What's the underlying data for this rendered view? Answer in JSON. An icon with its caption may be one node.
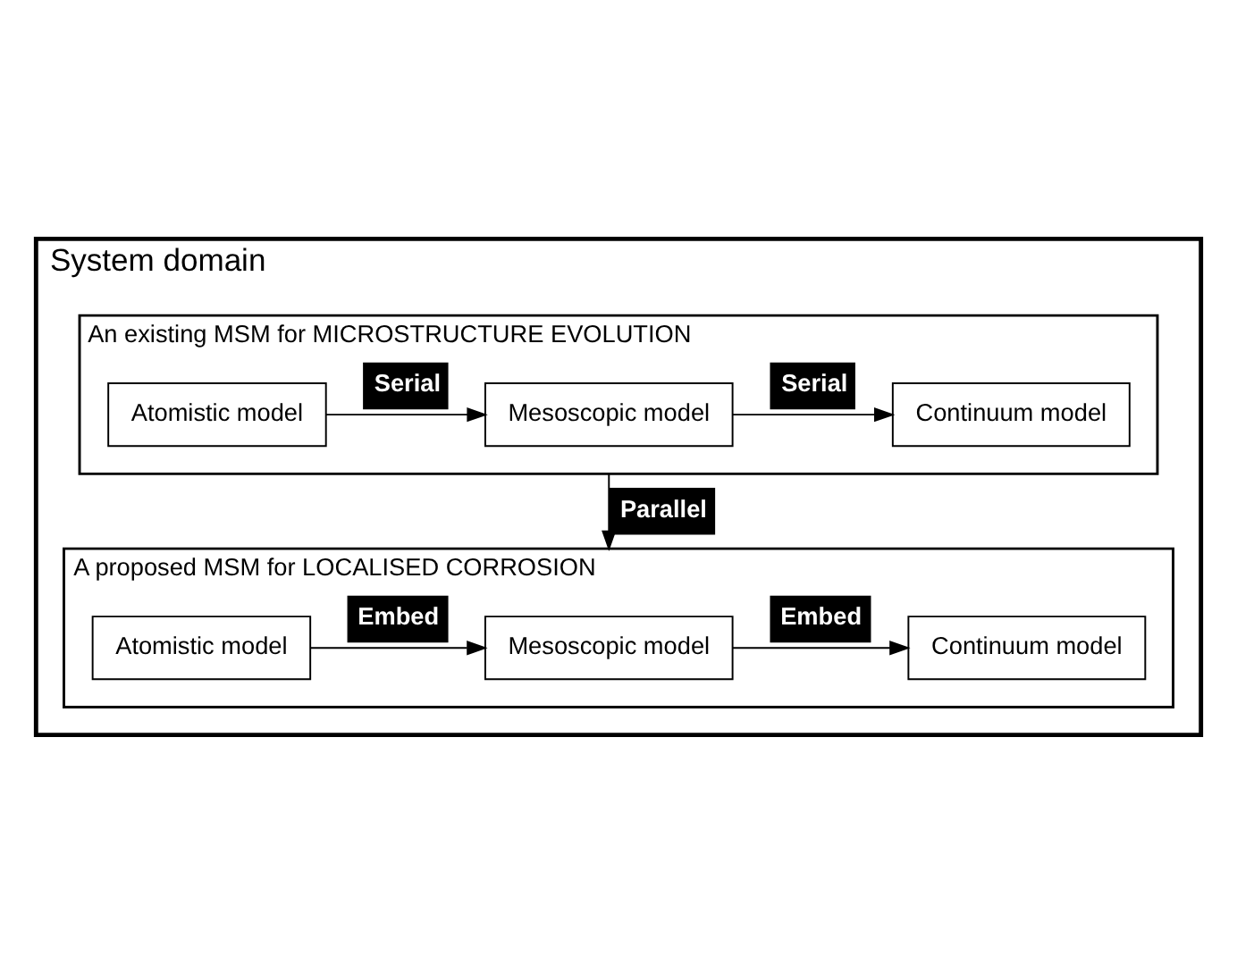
{
  "diagram": {
    "nodes": [
      {
        "text": [
          "System domain"
        ]
      },
      {
        "text": [
          "An existing MSM for MICROSTRUCTURE EVOLUTION"
        ],
        "in": 0
      },
      {
        "text": [
          "Atomistic model"
        ],
        "in": 1
      },
      {
        "text": [
          "Mesoscopic model"
        ],
        "in": 1
      },
      {
        "text": [
          "Continuum model"
        ],
        "in": 1
      },
      {
        "text": [
          "A proposed MSM for LOCALISED CORROSION"
        ],
        "in": 0
      },
      {
        "text": [
          "Atomistic model"
        ],
        "in": 5
      },
      {
        "text": [
          "Mesoscopic model"
        ],
        "in": 5
      },
      {
        "text": [
          "Continuum model"
        ],
        "in": 5
      }
    ],
    "edges": [
      {
        "from": 2,
        "to": 3,
        "arrow": "to",
        "label": "Serial"
      },
      {
        "from": 3,
        "to": 4,
        "arrow": "to",
        "label": "Serial"
      },
      {
        "from": 1,
        "to": 5,
        "arrow": "to",
        "label": "Parallel"
      },
      {
        "from": 6,
        "to": 7,
        "arrow": "to",
        "label": "Embed"
      },
      {
        "from": 7,
        "to": 8,
        "arrow": "to",
        "label": "Embed"
      }
    ]
  }
}
